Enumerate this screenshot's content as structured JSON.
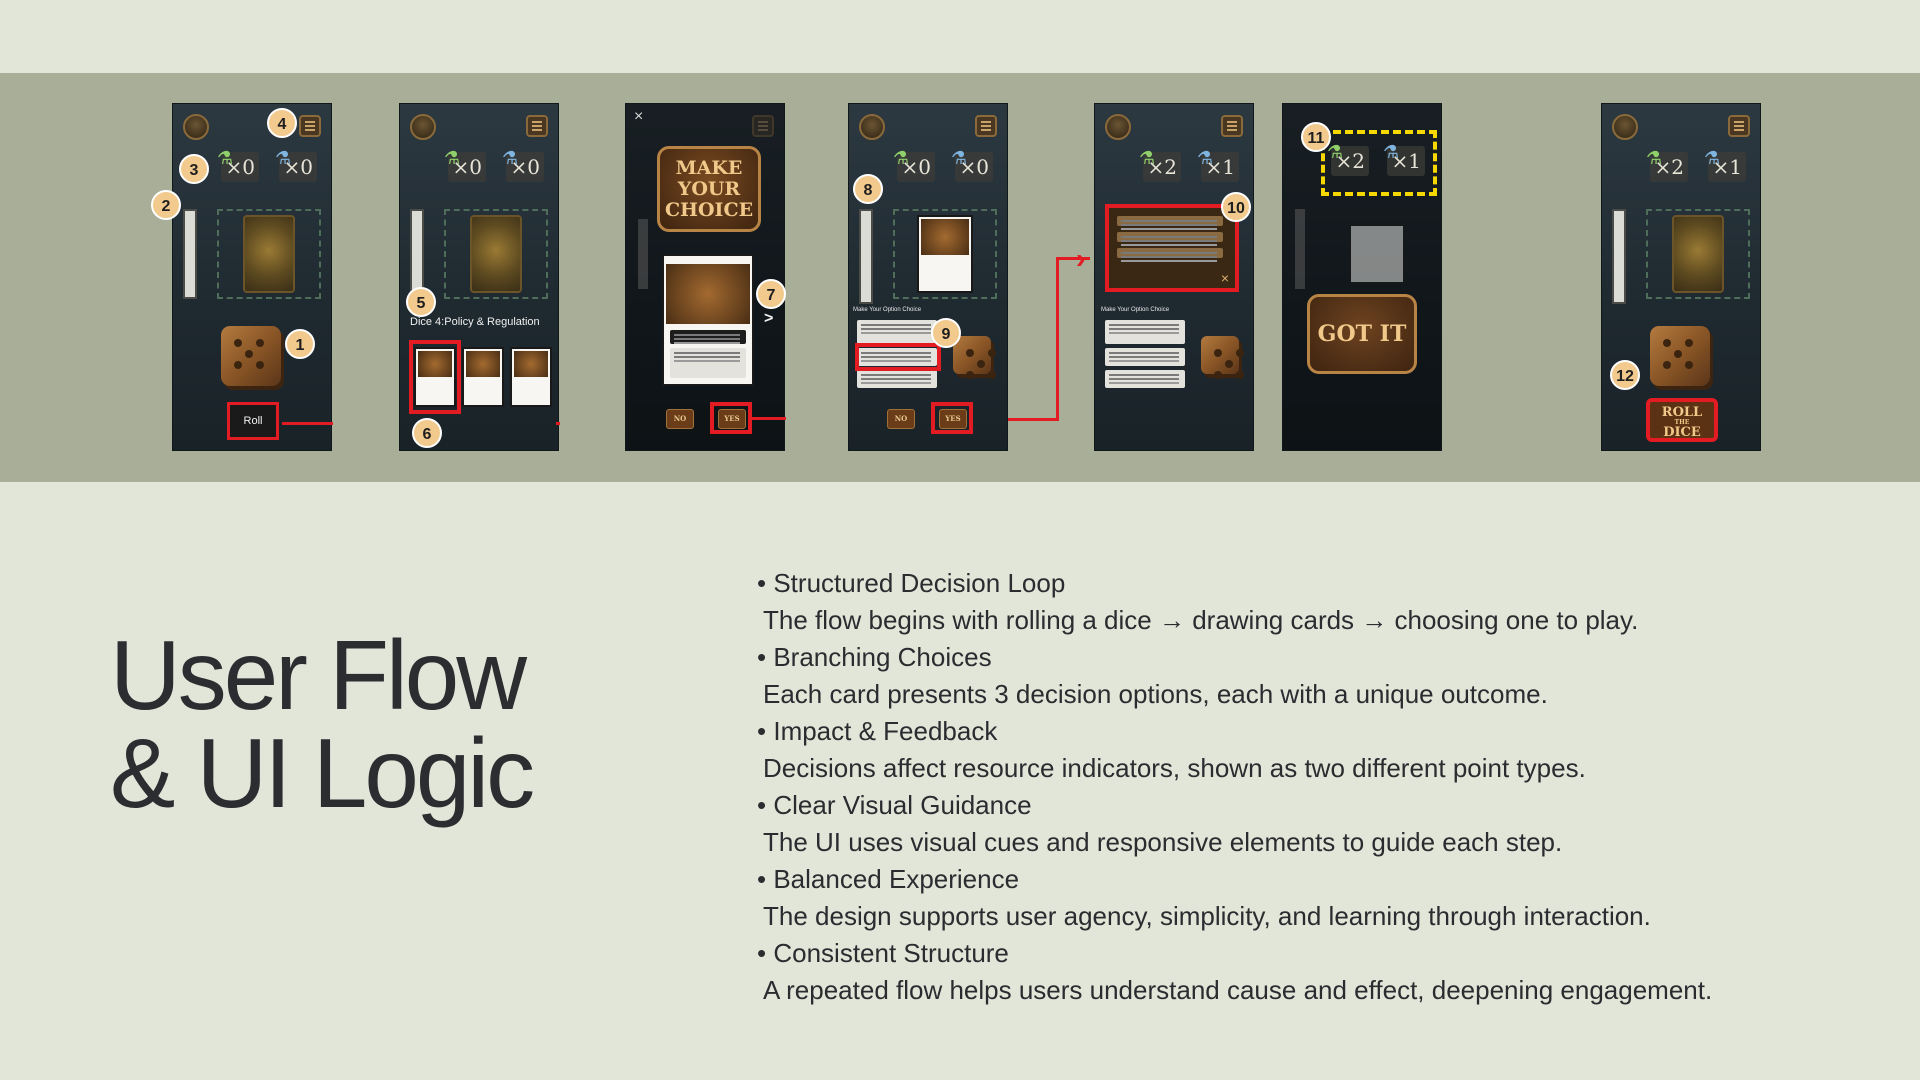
{
  "title_line1": "User Flow",
  "title_line2": "& UI Logic",
  "bullet_char": "•",
  "points": [
    {
      "heading": "Structured Decision Loop",
      "text": "The flow begins with rolling a dice → drawing cards → choosing one to play."
    },
    {
      "heading": "Branching Choices",
      "text": "Each card presents 3 decision options, each with a unique outcome."
    },
    {
      "heading": "Impact & Feedback",
      "text": "Decisions affect resource indicators, shown as two different point types."
    },
    {
      "heading": "Clear Visual Guidance",
      "text": "The UI uses visual cues and responsive elements to guide each step."
    },
    {
      "heading": "Balanced Experience",
      "text": "The design supports user agency, simplicity, and learning through interaction."
    },
    {
      "heading": "Consistent Structure",
      "text": "A repeated flow helps users understand cause and effect, deepening engagement."
    }
  ],
  "screens": {
    "s1": {
      "res_a": "×0",
      "res_b": "×0",
      "roll_label": "Roll",
      "badges": [
        "1",
        "2",
        "3",
        "4"
      ]
    },
    "s2": {
      "res_a": "×0",
      "res_b": "×0",
      "dice_label": "Dice 4:Policy & Regulation",
      "badges": [
        "5",
        "6"
      ]
    },
    "s3": {
      "make_choice": "MAKE YOUR CHOICE",
      "no_label": "NO",
      "yes_label": "YES",
      "arrow": ">",
      "close": "×",
      "badges": [
        "7"
      ]
    },
    "s4": {
      "res_a": "×0",
      "res_b": "×0",
      "option_title": "Make Your Option Choice",
      "no_label": "NO",
      "yes_label": "YES",
      "badges": [
        "8",
        "9"
      ]
    },
    "s5": {
      "res_a": "×2",
      "res_b": "×1",
      "option_title": "Make Your Option Choice",
      "close": "×",
      "badges": [
        "10"
      ]
    },
    "s6": {
      "res_a": "×2",
      "res_b": "×1",
      "got_it": "GOT IT",
      "badges": [
        "11"
      ]
    },
    "s7": {
      "res_a": "×2",
      "res_b": "×1",
      "roll_top": "ROLL",
      "roll_mid": "THE",
      "roll_bottom": "DICE",
      "badges": [
        "12"
      ]
    }
  },
  "colors": {
    "band": "#a8ae98",
    "background": "#e2e6d9",
    "highlight": "#e31b23",
    "badge": "#f2ca8e",
    "guide": "#f5d800"
  }
}
